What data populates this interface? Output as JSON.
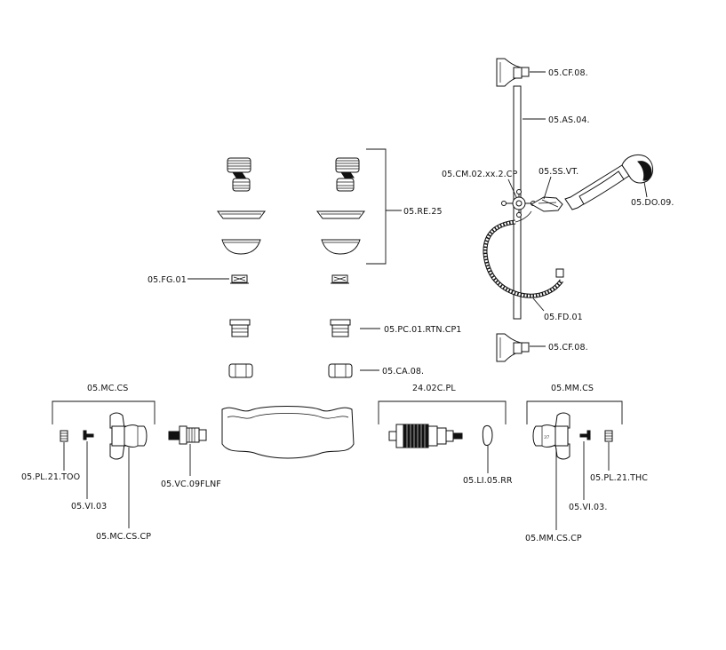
{
  "diagram": {
    "labels": {
      "cf_top": "05.CF.08.",
      "as": "05.AS.04.",
      "cm": "05.CM.02.xx.2.CP",
      "ss": "05.SS.VT.",
      "do": "05.DO.09.",
      "re": "05.RE.25",
      "fg": "05.FG.01",
      "fd": "05.FD.01",
      "pc": "05.PC.01.RTN.CP1",
      "cf_bottom": "05.CF.08.",
      "ca": "05.CA.08.",
      "mc_cs": "05.MC.CS",
      "pl_too": "05.PL.21.TOO",
      "vi_left": "05.VI.03",
      "mc_cs_cp": "05.MC.CS.CP",
      "vc": "05.VC.09FLNF",
      "pl_cart": "24.02C.PL",
      "li": "05.LI.05.RR",
      "mm_cs": "05.MM.CS",
      "pl_thc": "05.PL.21.THC",
      "vi_right": "05.VI.03.",
      "mm_cs_cp": "05.MM.CS.CP"
    }
  }
}
